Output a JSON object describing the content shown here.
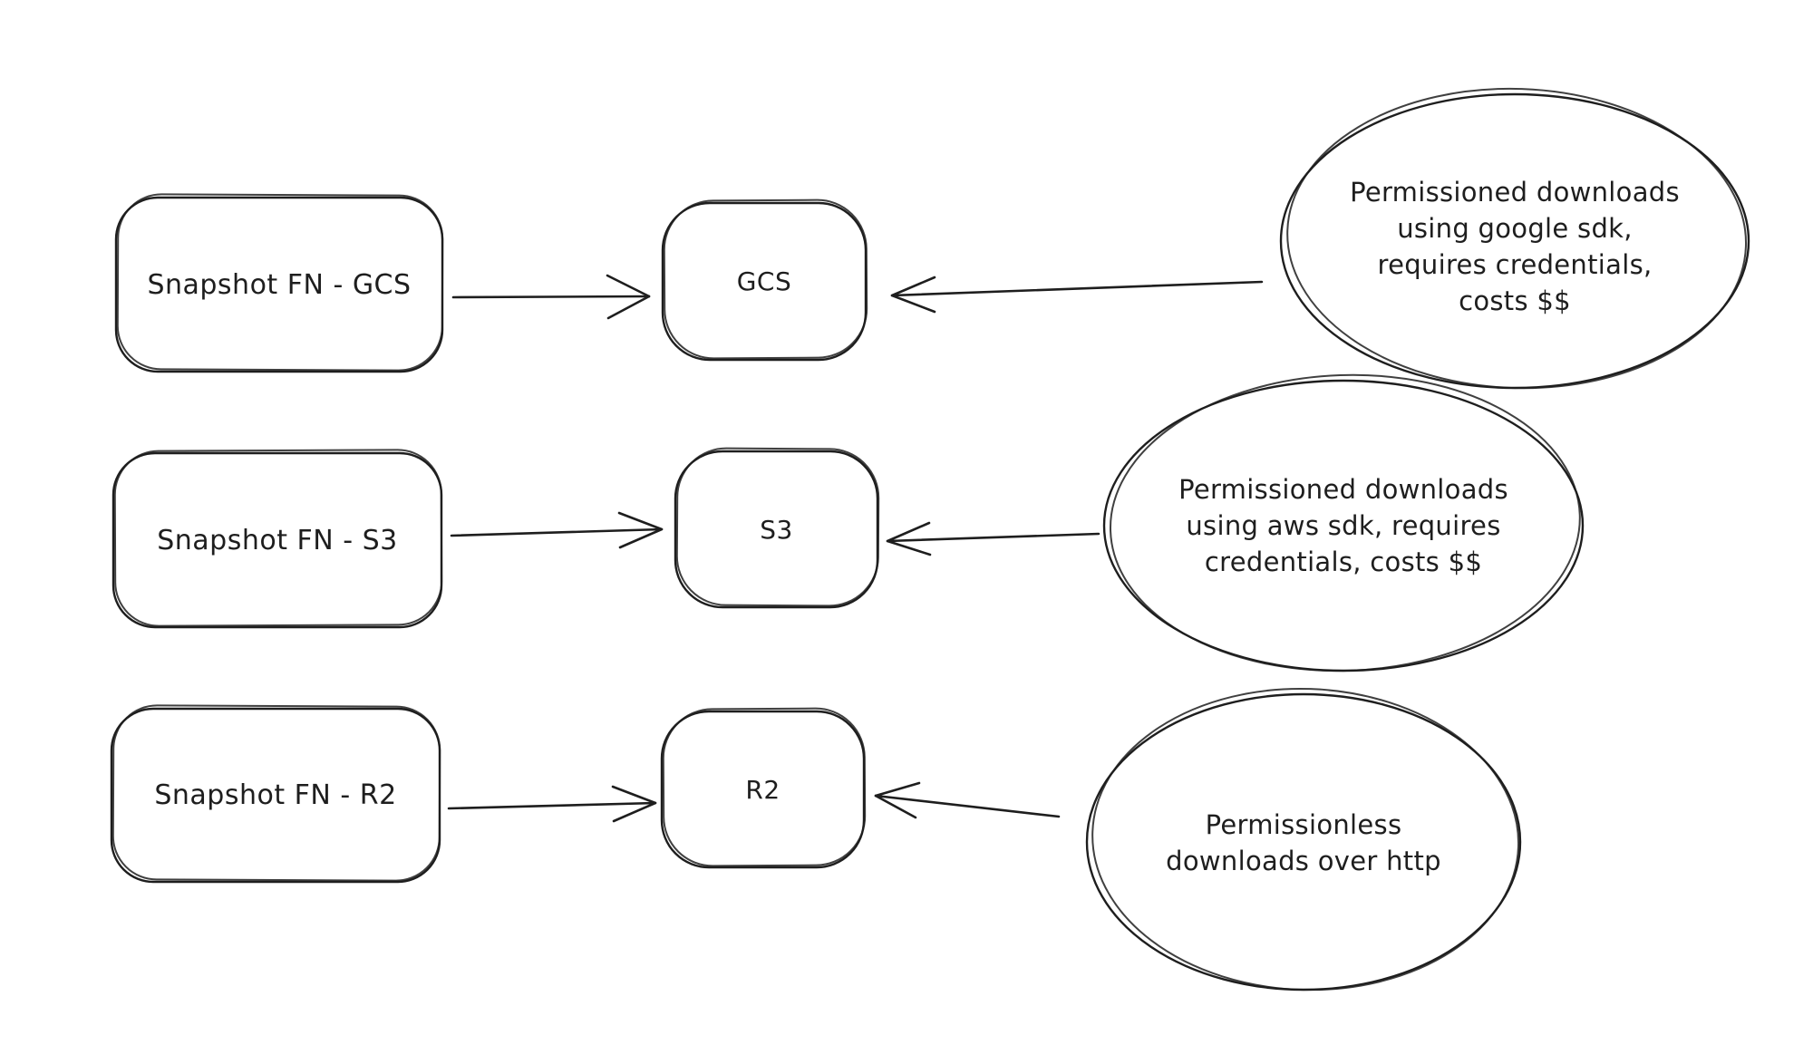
{
  "colors": {
    "background": "#ffffff",
    "stroke": "#1e1e1e"
  },
  "rows": [
    {
      "source_label": "Snapshot FN - GCS",
      "target_label": "GCS",
      "note_lines": [
        "Permissioned downloads",
        "using google sdk,",
        "requires credentials,",
        "costs $$"
      ]
    },
    {
      "source_label": "Snapshot FN - S3",
      "target_label": "S3",
      "note_lines": [
        "Permissioned downloads",
        "using aws sdk, requires",
        "credentials, costs $$"
      ]
    },
    {
      "source_label": "Snapshot FN - R2",
      "target_label": "R2",
      "note_lines": [
        "Permissionless",
        "downloads over http"
      ]
    }
  ]
}
